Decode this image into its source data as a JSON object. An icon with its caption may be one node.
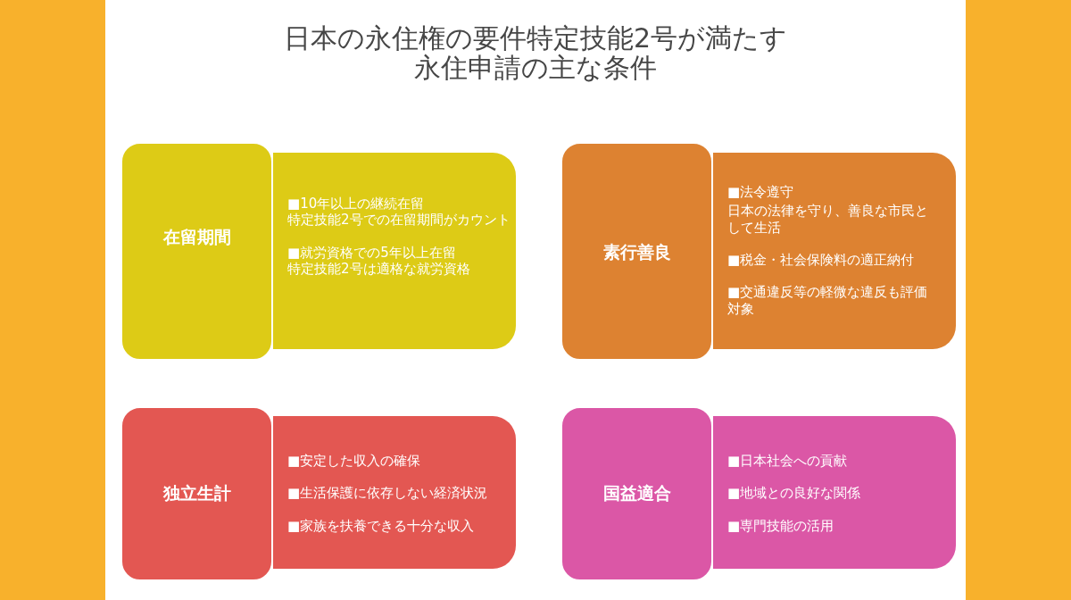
{
  "diagram": {
    "title": "日本の永住権の要件特定技能2号が満たす永住申請の主な条件",
    "nodes": [
      {
        "text": [
          "在留期間"
        ]
      },
      {
        "text": [
          "■10年以上の継続在留",
          "特定技能2号での在留期間がカウント",
          "■就労資格での5年以上在留",
          "特定技能2号は適格な就労資格"
        ]
      },
      {
        "text": [
          "素行善良"
        ]
      },
      {
        "text": [
          "■法令遵守",
          "日本の法律を守り、善良な市民として生活",
          "■税金・社会保険料の適正納付",
          "■交通違反等の軽微な違反も評価対象"
        ]
      },
      {
        "text": [
          "独立生計"
        ]
      },
      {
        "text": [
          "■安定した収入の確保",
          "■生活保護に依存しない経済状況",
          "■家族を扶養できる十分な収入"
        ]
      },
      {
        "text": [
          "国益適合"
        ]
      },
      {
        "text": [
          "■日本社会への貢献",
          "■地域との良好な関係",
          "■専門技能の活用"
        ]
      }
    ]
  }
}
